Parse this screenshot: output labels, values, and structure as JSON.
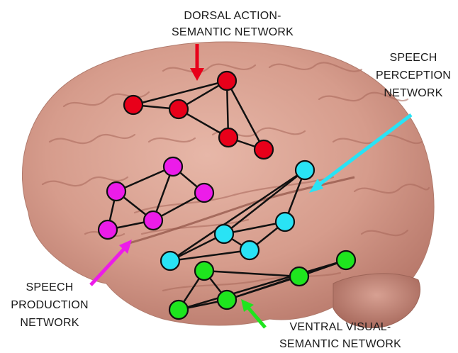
{
  "labels": {
    "dorsal": [
      "DORSAL ACTION-",
      "SEMANTIC NETWORK"
    ],
    "speech_perception": [
      "SPEECH",
      "PERCEPTION",
      "NETWORK"
    ],
    "speech_production": [
      "SPEECH",
      "PRODUCTION",
      "NETWORK"
    ],
    "ventral": [
      "VENTRAL VISUAL-",
      "SEMANTIC NETWORK"
    ]
  },
  "colors": {
    "dorsal": "#e8001a",
    "speech_perception": "#29e3f5",
    "speech_production": "#ec1ce9",
    "ventral": "#1ee51e",
    "edge": "#111111",
    "brain": "#d9a293"
  }
}
